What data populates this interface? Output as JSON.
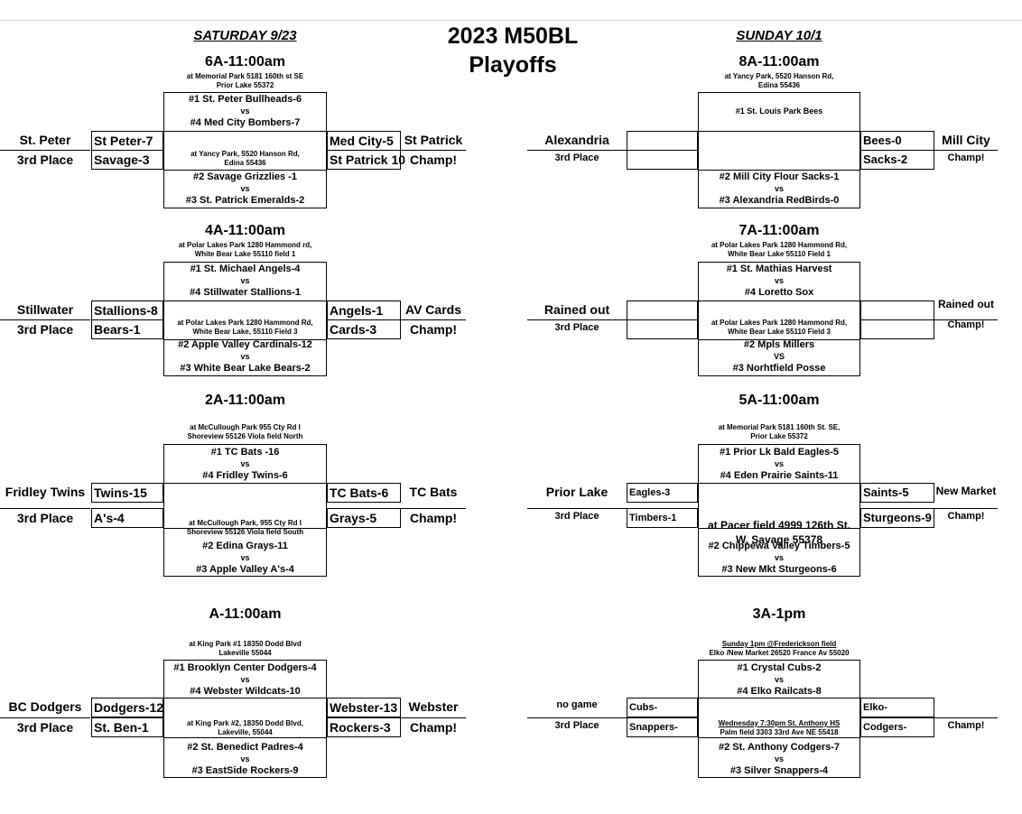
{
  "page": {
    "title": [
      "2023 M50BL",
      "Playoffs"
    ],
    "left_day": "SATURDAY 9/23",
    "right_day": "SUNDAY 10/1"
  },
  "brackets": [
    {
      "heading": "6A-11:00am",
      "location": [
        "at Memorial Park 5181 160th st SE",
        "Prior Lake 55372"
      ],
      "game1": [
        "#1  St. Peter Bullheads-6",
        "vs",
        "#4  Med City Bombers-7"
      ],
      "game2": [
        "#2  Savage Grizzlies -1",
        "vs",
        "#3  St. Patrick Emeralds-2"
      ],
      "final_location": [
        "at Yancy Park, 5520 Hanson Rd,",
        "Edina 55436"
      ],
      "semi_top": "St Peter-7",
      "semi_bottom": "Savage-3",
      "final_top": "Med City-5",
      "final_bottom": "St Patrick 10",
      "third_winner": "St. Peter",
      "third_label": "3rd Place",
      "champ_winner": "St Patrick",
      "champ_label": "Champ!"
    },
    {
      "heading": "4A-11:00am",
      "location": [
        "at Polar Lakes Park 1280 Hammond rd,",
        "White Bear Lake 55110 field 1"
      ],
      "game1": [
        "#1  St. Michael Angels-4",
        "vs",
        "#4  Stillwater Stallions-1"
      ],
      "game2": [
        "#2  Apple Valley Cardinals-12",
        "vs",
        "#3  White Bear Lake Bears-2"
      ],
      "final_location": [
        "at Polar Lakes Park 1280 Hammond Rd,",
        "White Bear Lake, 55110 Field 3"
      ],
      "semi_top": "Stallions-8",
      "semi_bottom": "Bears-1",
      "final_top": "Angels-1",
      "final_bottom": "Cards-3",
      "third_winner": "Stillwater",
      "third_label": "3rd Place",
      "champ_winner": "AV Cards",
      "champ_label": "Champ!"
    },
    {
      "heading": "2A-11:00am",
      "location": [
        "at McCullough Park 955 Cty Rd I",
        "Shoreview 55126 Viola field North"
      ],
      "game1": [
        "#1  TC Bats -16",
        "vs",
        "#4  Fridley Twins-6"
      ],
      "game2": [
        "#2  Edina Grays-11",
        "vs",
        "#3  Apple Valley A's-4"
      ],
      "final_location": [
        "at McCullough Park, 955 Cty Rd I",
        "Shoreview 55126 Viola field South"
      ],
      "semi_top": "Twins-15",
      "semi_bottom": "A's-4",
      "final_top": "TC Bats-6",
      "final_bottom": "Grays-5",
      "third_winner": "Fridley Twins",
      "third_label": "3rd Place",
      "champ_winner": "TC Bats",
      "champ_label": "Champ!"
    },
    {
      "heading": "A-11:00am",
      "location": [
        "at King Park #1 18350 Dodd Blvd",
        "Lakeville 55044"
      ],
      "game1": [
        "#1  Brooklyn Center Dodgers-4",
        "vs",
        "#4  Webster Wildcats-10"
      ],
      "game2": [
        "#2  St. Benedict Padres-4",
        "vs",
        "#3  EastSide Rockers-9"
      ],
      "final_location": [
        "at King Park #2, 18350 Dodd Blvd,",
        "Lakeville, 55044"
      ],
      "semi_top": "Dodgers-12",
      "semi_bottom": "St. Ben-1",
      "final_top": "Webster-13",
      "final_bottom": "Rockers-3",
      "third_winner": "BC Dodgers",
      "third_label": "3rd Place",
      "champ_winner": "Webster",
      "champ_label": "Champ!"
    },
    {
      "heading": "8A-11:00am",
      "location": [
        "at Yancy Park, 5520 Hanson Rd,",
        "Edina 55436"
      ],
      "game1": [
        "",
        "#1  St. Louis Park Bees",
        ""
      ],
      "game2": [
        "#2  Mill City Flour Sacks-1",
        "vs",
        "#3  Alexandria RedBirds-0"
      ],
      "final_location": [
        "",
        ""
      ],
      "semi_top": "",
      "semi_bottom": "",
      "final_top": "Bees-0",
      "final_bottom": "Sacks-2",
      "third_winner": "Alexandria",
      "third_label": "3rd Place",
      "champ_winner": "Mill City",
      "champ_label": "Champ!"
    },
    {
      "heading": "7A-11:00am",
      "location": [
        "at Polar Lakes Park 1280 Hammond Rd,",
        "White Bear Lake 55110 Field 1"
      ],
      "game1": [
        "#1  St. Mathias Harvest",
        "vs",
        "#4  Loretto Sox"
      ],
      "game2": [
        "#2  Mpls Millers",
        "VS",
        "#3  Norhtfield Posse"
      ],
      "final_location": [
        "at Polar Lakes Park 1280 Hammond Rd,",
        "White Bear Lake 55110 Field 3"
      ],
      "semi_top": "",
      "semi_bottom": "",
      "final_top": "",
      "final_bottom": "",
      "third_winner": "Rained out",
      "third_label": "3rd Place",
      "champ_winner": "Rained out",
      "champ_label": "Champ!"
    },
    {
      "heading": "5A-11:00am",
      "location": [
        "at Memorial Park 5181 160th St. SE,",
        "Prior Lake 55372"
      ],
      "game1": [
        "#1  Prior Lk Bald Eagles-5",
        "vs",
        "#4  Eden Prairie Saints-11"
      ],
      "game2": [
        "#2  Chippewa Valley Timbers-5",
        "vs",
        "#3  New Mkt Sturgeons-6"
      ],
      "final_location": [
        "at Pacer field 4999 126th St.",
        "W,        Savage 55378"
      ],
      "semi_top": "Eagles-3",
      "semi_bottom": "Timbers-1",
      "final_top": "Saints-5",
      "final_bottom": "Sturgeons-9",
      "third_winner": "Prior Lake",
      "third_label": "3rd Place",
      "champ_winner": "New Market",
      "champ_label": "Champ!"
    },
    {
      "heading": "3A-1pm",
      "location": [
        "Sunday 1pm @Frederickson field",
        "Elko /New Market   26520 France Av 55020"
      ],
      "game1": [
        "#1  Crystal Cubs-2",
        "vs",
        "#4  Elko Railcats-8"
      ],
      "game2": [
        "#2  St. Anthony Codgers-7",
        "vs",
        "#3 Silver Snappers-4"
      ],
      "final_location": [
        "Wednesday 7:30pm St. Anthony HS",
        "Palm field        3303 33rd Ave NE 55418"
      ],
      "semi_top": "Cubs-",
      "semi_bottom": "Snappers-",
      "final_top": "Elko-",
      "final_bottom": "Codgers-",
      "third_winner": "no game",
      "third_label": "3rd Place",
      "champ_winner": "",
      "champ_label": "Champ!"
    }
  ]
}
